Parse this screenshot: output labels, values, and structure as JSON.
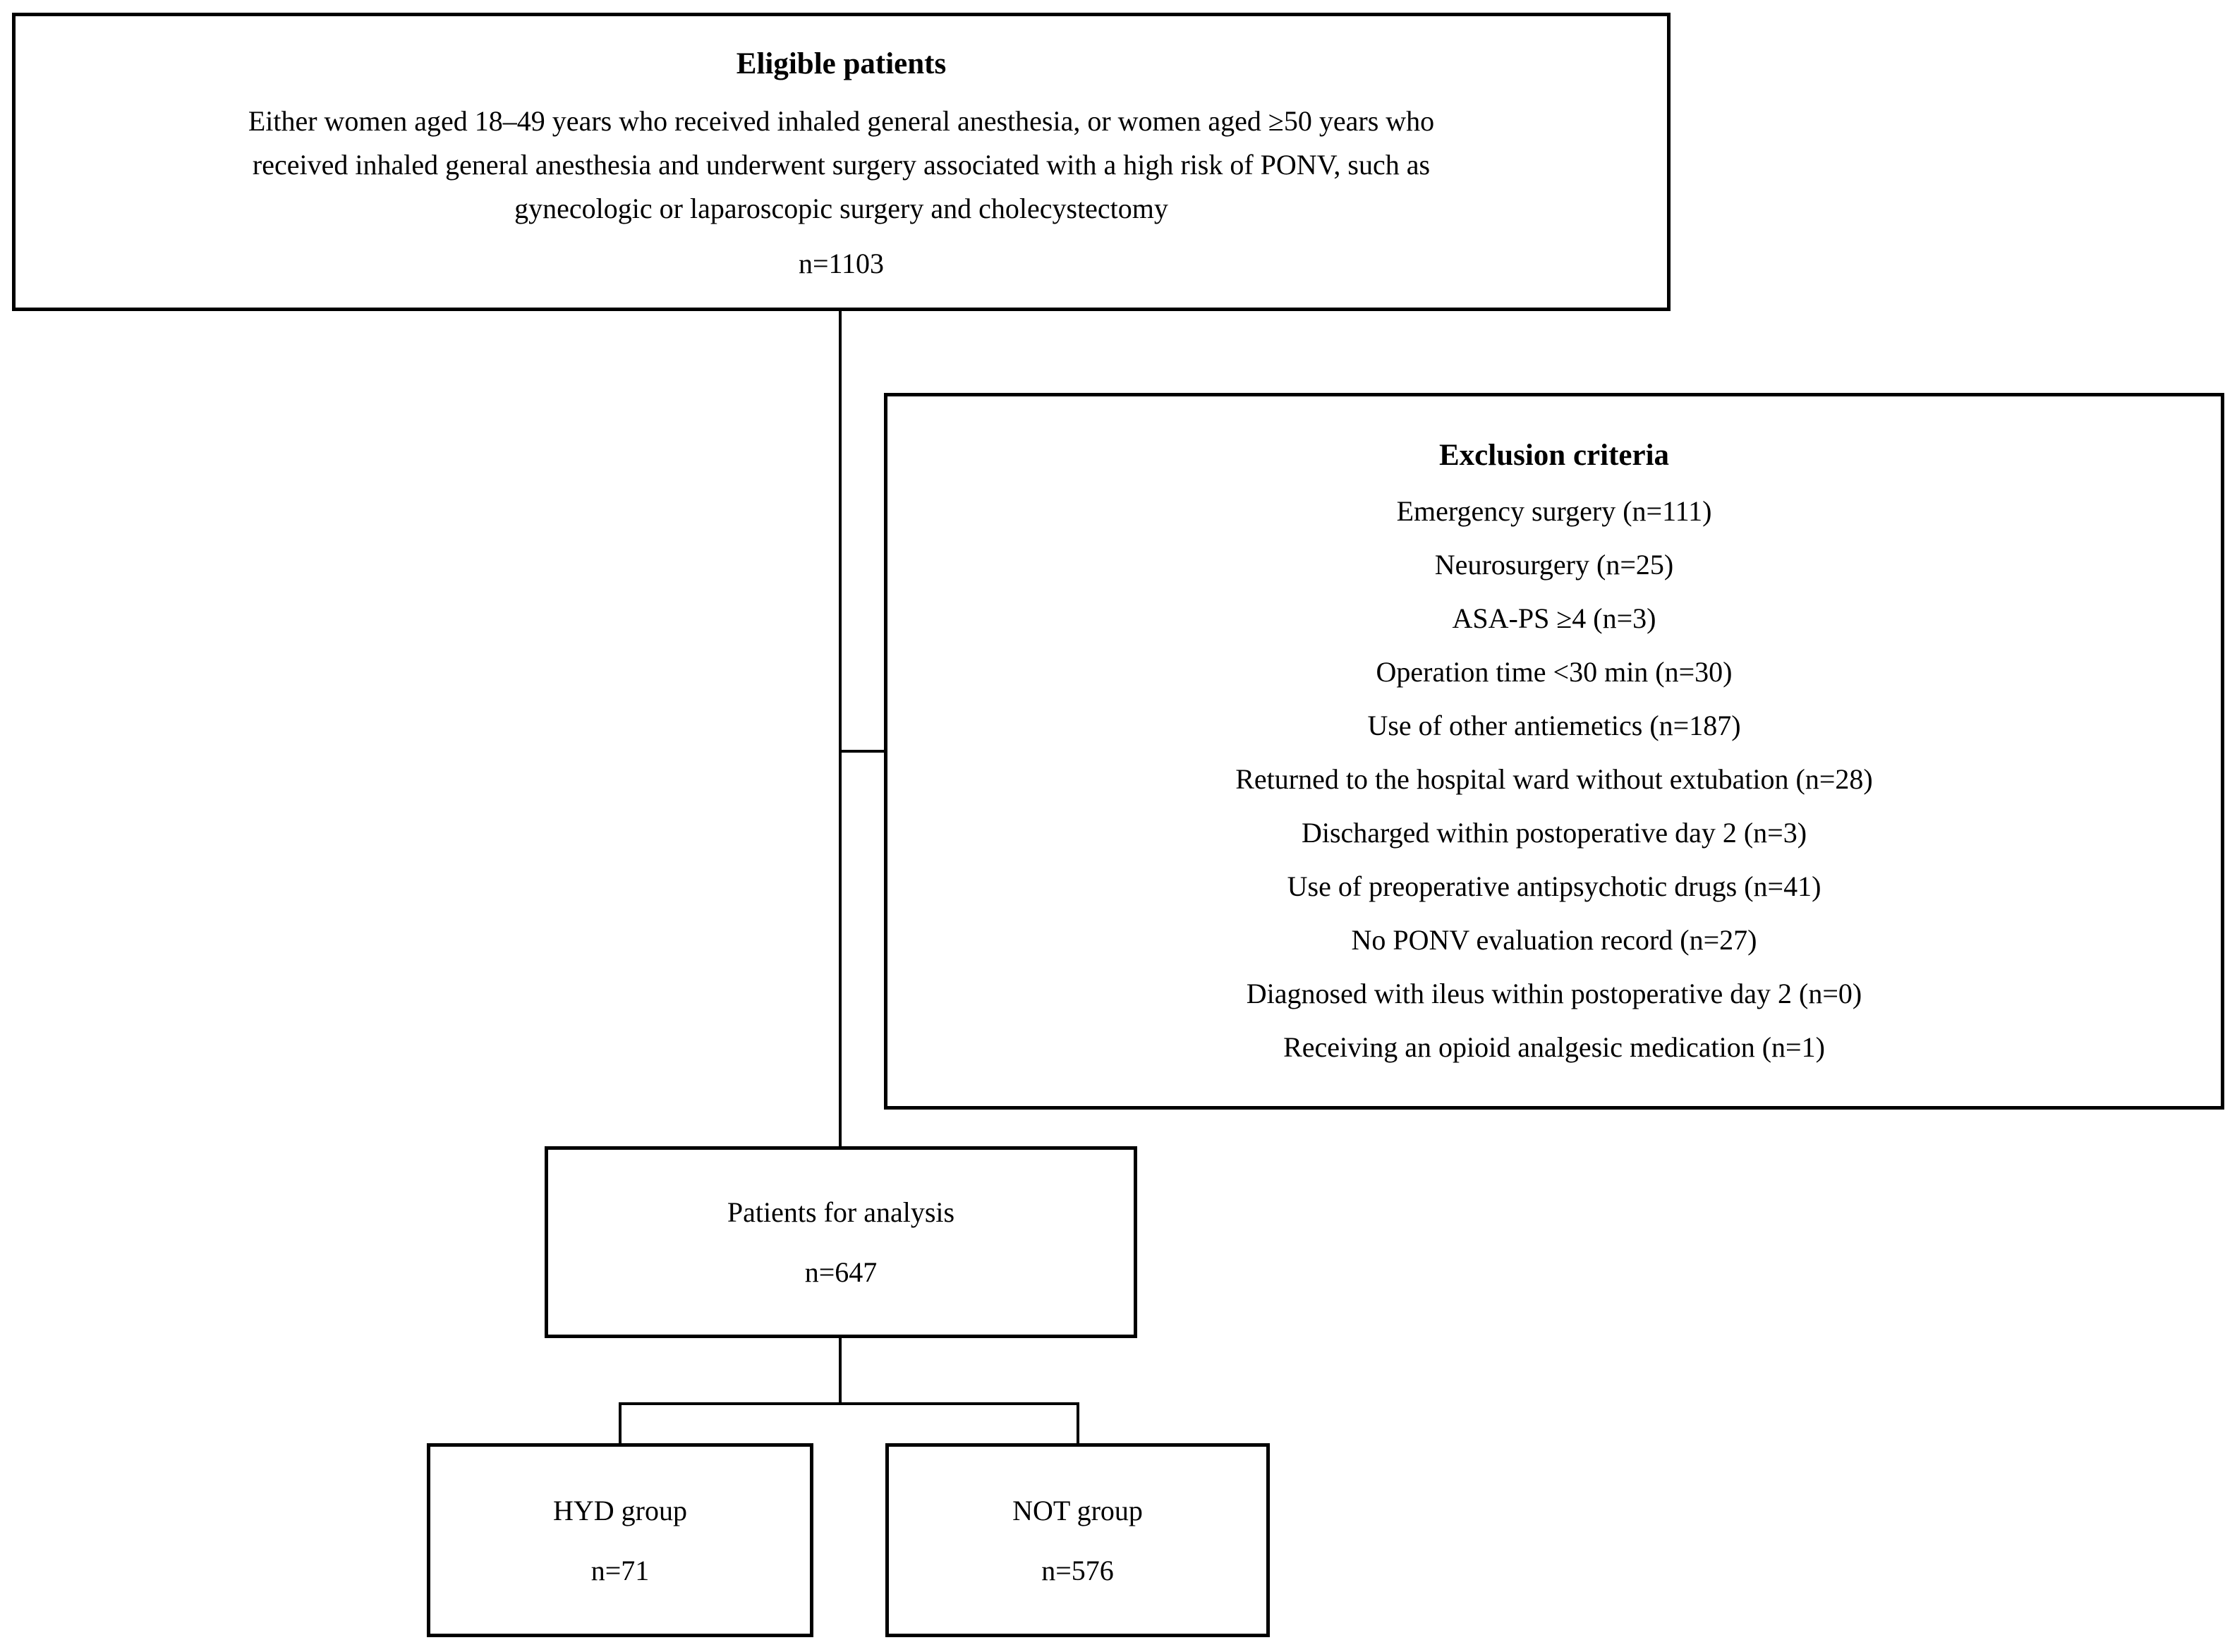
{
  "diagram": {
    "colors": {
      "border": "#000000",
      "background": "#ffffff",
      "text": "#000000"
    },
    "eligible": {
      "title": "Eligible patients",
      "description_lines": [
        "Either women aged 18–49 years who received inhaled general anesthesia, or women aged ≥50 years who",
        "received inhaled general anesthesia and underwent surgery associated with a high risk of PONV, such as",
        "gynecologic or laparoscopic surgery and cholecystectomy"
      ],
      "count": "n=1103"
    },
    "exclusion": {
      "title": "Exclusion criteria",
      "items": [
        "Emergency surgery (n=111)",
        "Neurosurgery (n=25)",
        "ASA-PS ≥4 (n=3)",
        "Operation time <30 min (n=30)",
        "Use of other antiemetics (n=187)",
        "Returned to the hospital ward without extubation (n=28)",
        "Discharged within postoperative day 2 (n=3)",
        "Use of preoperative antipsychotic drugs (n=41)",
        "No PONV evaluation record (n=27)",
        "Diagnosed with ileus within postoperative day 2 (n=0)",
        "Receiving an opioid analgesic medication (n=1)"
      ]
    },
    "analysis": {
      "label": "Patients for analysis",
      "count": "n=647"
    },
    "groups": [
      {
        "label": "HYD group",
        "count": "n=71"
      },
      {
        "label": "NOT group",
        "count": "n=576"
      }
    ]
  }
}
